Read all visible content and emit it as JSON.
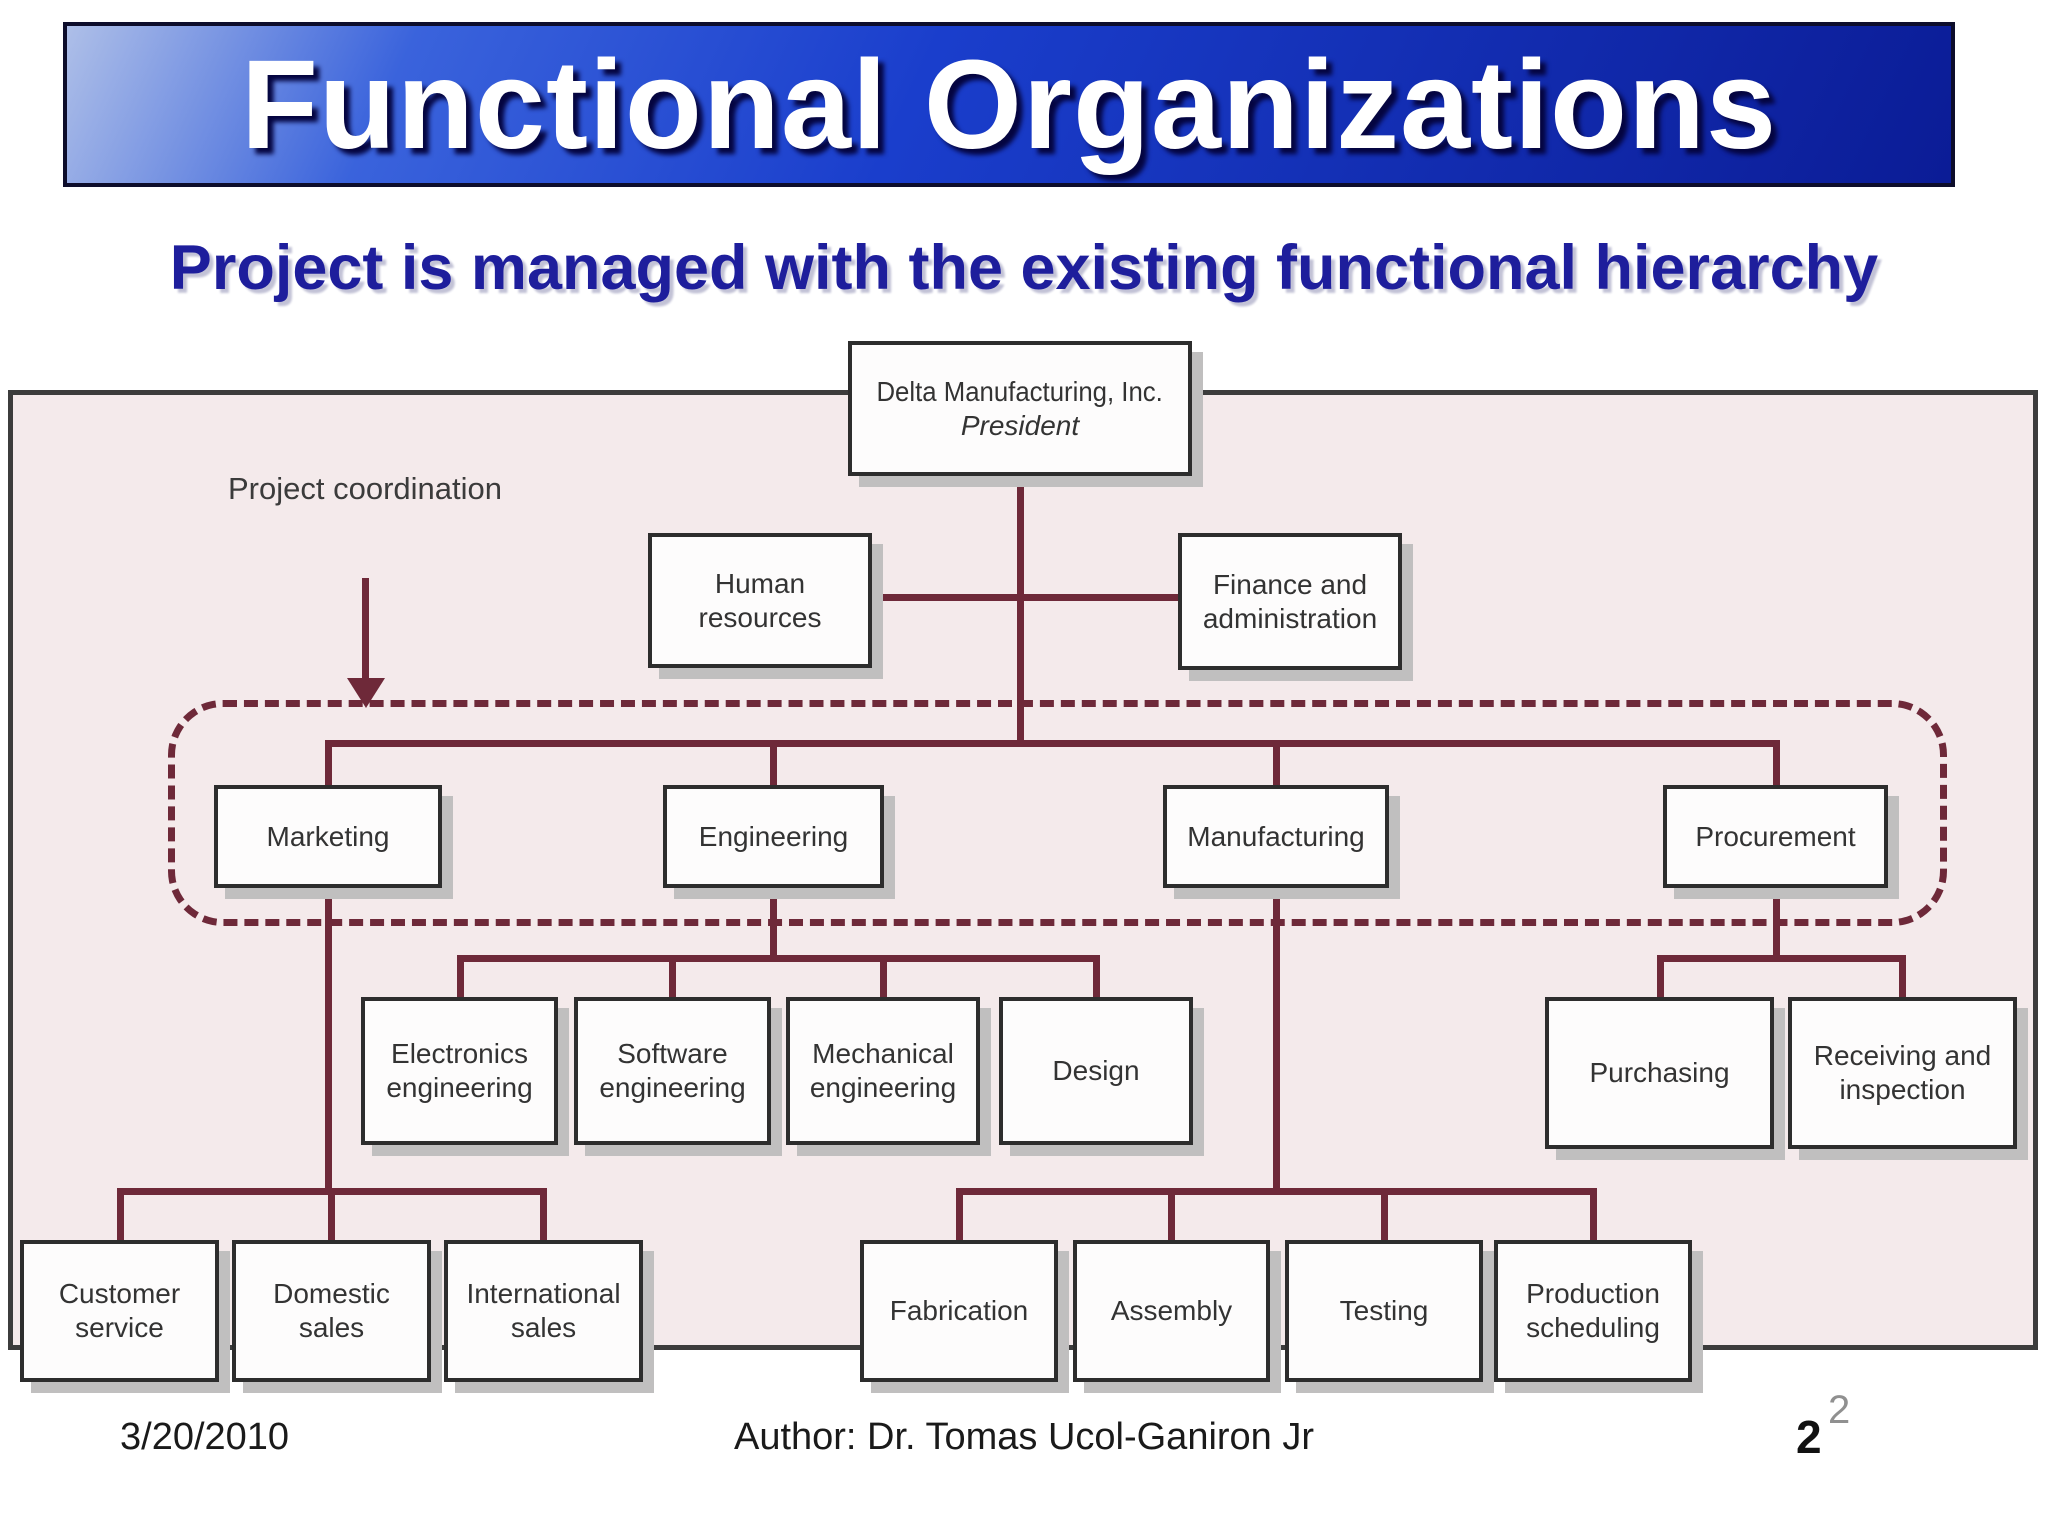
{
  "slide": {
    "title": "Functional Organizations",
    "subtitle": "Project is managed with the existing functional hierarchy"
  },
  "chart": {
    "coordination_label": "Project coordination",
    "nodes": {
      "president": {
        "line1": "Delta Manufacturing, Inc.",
        "line2": "President"
      },
      "human_resources": {
        "label": "Human resources"
      },
      "finance": {
        "label": "Finance and administration"
      },
      "marketing": {
        "label": "Marketing"
      },
      "engineering": {
        "label": "Engineering"
      },
      "manufacturing": {
        "label": "Manufacturing"
      },
      "procurement": {
        "label": "Procurement"
      },
      "electronics": {
        "label": "Electronics engineering"
      },
      "software": {
        "label": "Software engineering"
      },
      "mechanical": {
        "label": "Mechanical engineering"
      },
      "design": {
        "label": "Design"
      },
      "purchasing": {
        "label": "Purchasing"
      },
      "receiving": {
        "label": "Receiving and inspection"
      },
      "customer_service": {
        "label": "Customer service"
      },
      "domestic_sales": {
        "label": "Domestic sales"
      },
      "international_sales": {
        "label": "International sales"
      },
      "fabrication": {
        "label": "Fabrication"
      },
      "assembly": {
        "label": "Assembly"
      },
      "testing": {
        "label": "Testing"
      },
      "production_scheduling": {
        "label": "Production scheduling"
      }
    }
  },
  "footer": {
    "date": "3/20/2010",
    "author": "Author: Dr. Tomas Ucol-Ganiron Jr",
    "page_number": "2",
    "page_number_super": "2"
  },
  "colors": {
    "banner_blue_dark": "#0b1c96",
    "banner_blue_light": "#aebfe8",
    "subtitle_blue": "#1e1e9c",
    "chart_background": "#f4eaeb",
    "connector_maroon": "#6e2939",
    "box_border": "#2d2d2d",
    "box_shadow": "#c0bfbf"
  }
}
